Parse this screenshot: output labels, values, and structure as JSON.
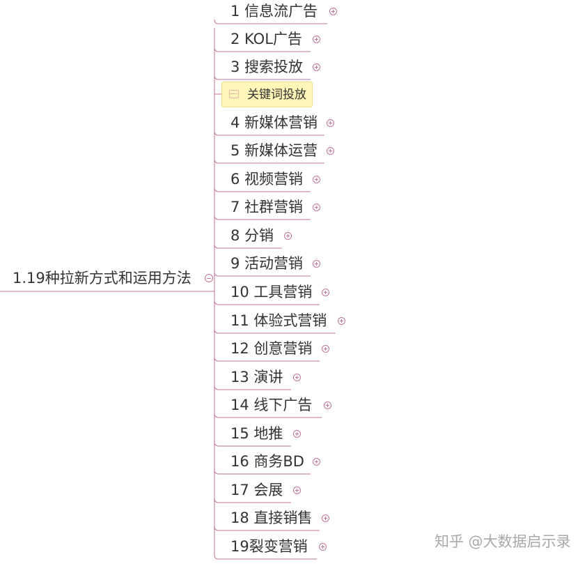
{
  "root": {
    "label": "1.19种拉新方式和运用方法"
  },
  "branches": [
    {
      "label": "1 信息流广告",
      "expandable": true
    },
    {
      "label": "2 KOL广告",
      "expandable": true
    },
    {
      "label": "3 搜索投放",
      "expandable": true
    },
    {
      "label": "4 新媒体营销",
      "expandable": true
    },
    {
      "label": "5 新媒体运营",
      "expandable": true
    },
    {
      "label": "6 视频营销",
      "expandable": true
    },
    {
      "label": "7 社群营销",
      "expandable": true
    },
    {
      "label": "8 分销",
      "expandable": true
    },
    {
      "label": "9 活动营销",
      "expandable": true
    },
    {
      "label": "10 工具营销",
      "expandable": true
    },
    {
      "label": "11 体验式营销",
      "expandable": true
    },
    {
      "label": "12 创意营销",
      "expandable": true
    },
    {
      "label": "13 演讲",
      "expandable": true
    },
    {
      "label": "14 线下广告",
      "expandable": true
    },
    {
      "label": "15 地推",
      "expandable": true
    },
    {
      "label": "16 商务BD",
      "expandable": true
    },
    {
      "label": "17 会展",
      "expandable": true
    },
    {
      "label": "18 直接销售",
      "expandable": true
    },
    {
      "label": "19裂变营销",
      "expandable": true
    }
  ],
  "sub_node": {
    "parent": "3 搜索投放",
    "label": "关键词投放",
    "icon": "note-icon"
  },
  "watermark": {
    "text": "知乎 @大数据启示录"
  },
  "colors": {
    "line": "#c0739a",
    "text": "#333333",
    "sub_bg": "#fff6b7",
    "sub_border": "#f1de82"
  }
}
